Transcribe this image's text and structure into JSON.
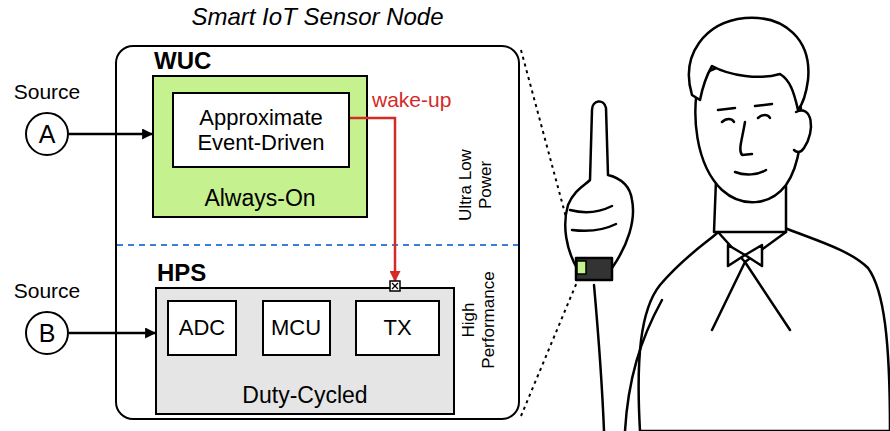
{
  "diagram": {
    "nodes": [
      {
        "text": [
          "Smart IoT Sensor Node"
        ]
      },
      {
        "text": [
          "WUC",
          "Always-On"
        ],
        "in": 0
      },
      {
        "text": [
          "Approximate Event-Driven"
        ],
        "in": 1
      },
      {
        "text": [
          "HPS",
          "Duty-Cycled"
        ],
        "in": 0
      },
      {
        "text": [
          "ADC"
        ],
        "in": 3
      },
      {
        "text": [
          "MCU"
        ],
        "in": 3
      },
      {
        "text": [
          "TX"
        ],
        "in": 3
      },
      {
        "text": [
          "Source",
          "A"
        ]
      },
      {
        "text": [
          "Source",
          "B"
        ]
      }
    ],
    "edges": [
      {
        "from": 7,
        "to": 1,
        "arrow": "to"
      },
      {
        "from": 8,
        "to": 3,
        "arrow": "to"
      },
      {
        "from": 2,
        "to": 3,
        "label": "wake-up",
        "arrow": "to"
      }
    ],
    "labels": [
      "Ultra Low Power",
      "High Performance"
    ]
  }
}
